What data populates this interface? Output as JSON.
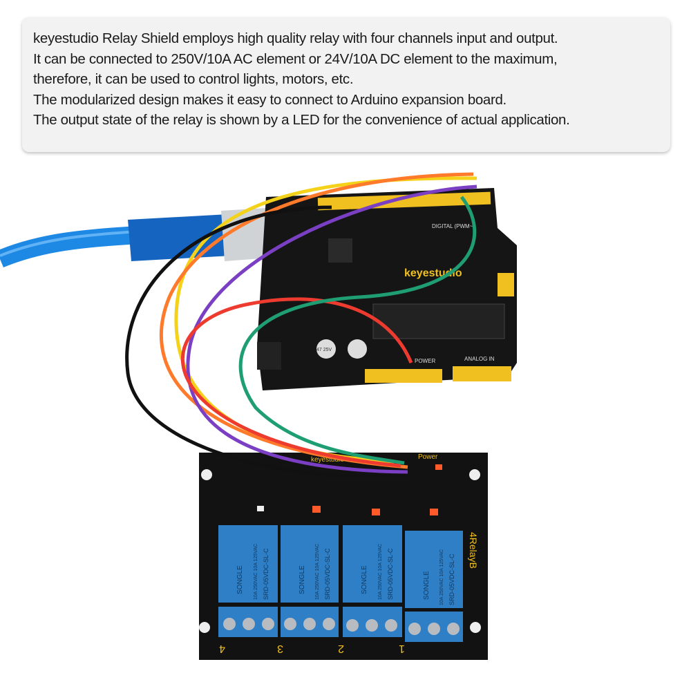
{
  "description": {
    "lines": [
      "keyestudio Relay Shield employs high quality relay with four channels input and output.",
      "It can be connected to 250V/10A AC element or 24V/10A DC element to the maximum,",
      "therefore, it can be used to control lights, motors, etc.",
      "The modularized design makes it easy to connect to Arduino expansion board.",
      "The output state of the relay is shown by a LED for the convenience of actual application."
    ]
  },
  "photo": {
    "controller_board": {
      "brand": "keyestudio",
      "digital_label": "DIGITAL (PWM~)",
      "power_label": "POWER",
      "analog_label": "ANALOG IN",
      "cap_label": "47 25V"
    },
    "relay_board": {
      "brand": "keyestudio",
      "model": "4RelayB",
      "power_label": "Power",
      "relays": [
        {
          "maker": "SONGLE",
          "part": "SRD-05VDC-SL-C",
          "rating": "10A 250VAC 10A 125VAC"
        },
        {
          "maker": "SONGLE",
          "part": "SRD-05VDC-SL-C",
          "rating": "10A 250VAC 10A 125VAC"
        },
        {
          "maker": "SONGLE",
          "part": "SRD-05VDC-SL-C",
          "rating": "10A 250VAC 10A 125VAC"
        },
        {
          "maker": "SONGLE",
          "part": "SRD-05VDC-SL-C",
          "rating": "10A 250VAC 10A 125VAC"
        }
      ],
      "channel_numbers": [
        "4",
        "3",
        "2",
        "1"
      ]
    },
    "colors": {
      "pcb": "#111111",
      "header": "#f0c020",
      "relay": "#2f7fc6",
      "usb_cable": "#1e88e5"
    }
  }
}
